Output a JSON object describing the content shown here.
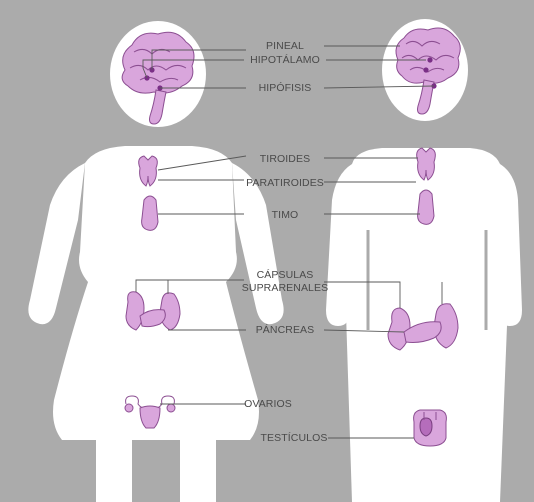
{
  "labels": {
    "pineal": "PINEAL",
    "hipotalamo": "HIPOTÁLAMO",
    "hipofisis": "HIPÓFISIS",
    "tiroides": "TIROIDES",
    "paratiroides": "PARATIROIDES",
    "timo": "TIMO",
    "capsulas_line1": "CÁPSULAS",
    "capsulas_line2": "SUPRARENALES",
    "pancreas": "PÁNCREAS",
    "ovarios": "OVARIOS",
    "testiculos": "TESTÍCULOS"
  },
  "colors": {
    "background": "#ababab",
    "silhouette": "#ffffff",
    "organ_fill": "#d9a6dc",
    "organ_outline": "#8c4f92",
    "text": "#4a4a4a"
  },
  "figures": [
    "female-silhouette",
    "male-silhouette"
  ],
  "icons": [
    "brain-icon",
    "thyroid-icon",
    "thymus-icon",
    "adrenal-glands-icon",
    "pancreas-icon",
    "uterus-ovaries-icon",
    "testicles-icon"
  ]
}
